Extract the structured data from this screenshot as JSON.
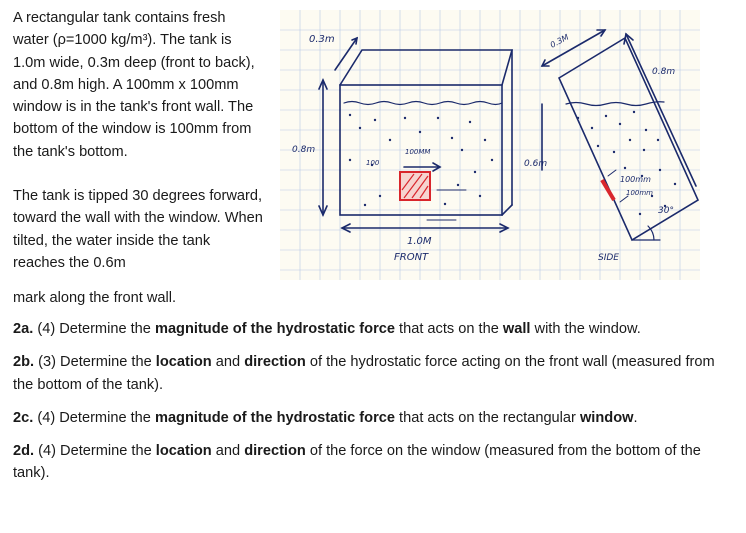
{
  "intro": {
    "p1": "A rectangular tank contains fresh water (ρ=1000 kg/m³). The tank is 1.0m wide, 0.3m deep (front to back), and 0.8m high. A 100mm x 100mm window is in the tank's front wall. The bottom of the window is 100mm from the tank's bottom.",
    "p2_line1": "The tank is tipped 30 degrees forward, toward the wall with the window. When tilted, the water inside the tank reaches the 0.6m",
    "p2_line2": "mark along the front wall."
  },
  "questions": [
    {
      "label": "2a.",
      "pre": " (4) Determine the ",
      "bold1": "magnitude of the hydrostatic force",
      "mid": " that acts on the ",
      "bold2": "wall",
      "post": " with the window."
    },
    {
      "label": "2b.",
      "pre": " (3) Determine the ",
      "bold1": "location",
      "mid": " and ",
      "bold2": "direction",
      "post": " of the hydrostatic force acting on the front wall (measured from the bottom of the tank)."
    },
    {
      "label": "2c.",
      "pre": " (4) Determine the ",
      "bold1": "magnitude of the hydrostatic force",
      "mid": " that acts on the rectangular ",
      "bold2": "window",
      "post": "."
    },
    {
      "label": "2d.",
      "pre": " (4) Determine the ",
      "bold1": "location",
      "mid": " and ",
      "bold2": "direction",
      "post": " of the force on the window (measured from the bottom of the tank)."
    }
  ],
  "sketch": {
    "front_depth_label": "0.3m",
    "front_height_label": "0.8m",
    "window_width_label": "100MM",
    "window_height_label": "100",
    "front_width_label": "1.0M",
    "front_caption": "FRONT",
    "side_top_label": "0.3M",
    "side_height_label": "0.8m",
    "side_water_label": "0.6m",
    "side_window_label_1": "100mm",
    "side_window_label_2": "100mm",
    "side_angle_label": "30°",
    "side_caption": "SIDE",
    "ink_color": "#1b2a6b",
    "window_color": "#d9262c"
  }
}
